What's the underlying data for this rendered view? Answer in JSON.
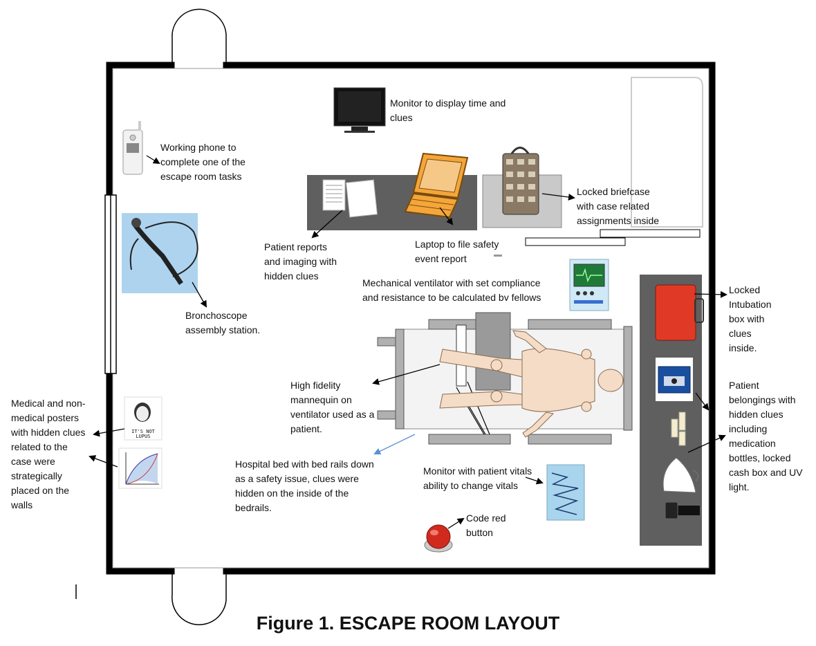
{
  "figure_title": "Figure 1. ESCAPE ROOM LAYOUT",
  "labels": {
    "monitor_time": "Monitor to display time and\nclues",
    "phone": "Working phone to\ncomplete one of the\nescape room tasks",
    "briefcase": "Locked briefcase\nwith case related\nassignments inside",
    "patient_reports": "Patient reports\nand imaging with\nhidden clues",
    "laptop": "Laptop to file safety\nevent report",
    "ventilator": "Mechanical ventilator with set compliance\nand resistance to be calculated by fellows",
    "bronchoscope": "Bronchoscope\nassembly station.",
    "intubation_box": "Locked\nIntubation\nbox with\nclues\ninside.",
    "mannequin": "High fidelity\nmannequin on\nventilator used as a\npatient.",
    "belongings": "Patient\nbelongings with\nhidden clues\nincluding\nmedication\nbottles, locked\ncash box and UV\nlight.",
    "posters": "Medical and non-\nmedical posters\nwith hidden clues\nrelated to the\ncase were\nstrategically\nplaced on the\nwalls",
    "bed": "Hospital bed with bed rails down\nas a safety issue, clues were\nhidden on the inside of the\nbedrails.",
    "vitals_monitor": "Monitor with patient vitals\nability to change vitals",
    "code_red": "Code red\nbutton"
  },
  "poster_text": "IT'S NOT\nLUPUS",
  "colors": {
    "wall": "#000000",
    "counter": "#5f5f5f",
    "intubation_box": "#e03a26",
    "cash_box": "#1a4fa0",
    "code_red_button": "#d02a1f",
    "bed_frame": "#b0b0b0",
    "mannequin_skin": "#f5dcc6",
    "vitals_screen": "#a9d4ee",
    "ventilator_screen": "#1f7a3a",
    "annotation_blue": "#5b8fd6"
  }
}
